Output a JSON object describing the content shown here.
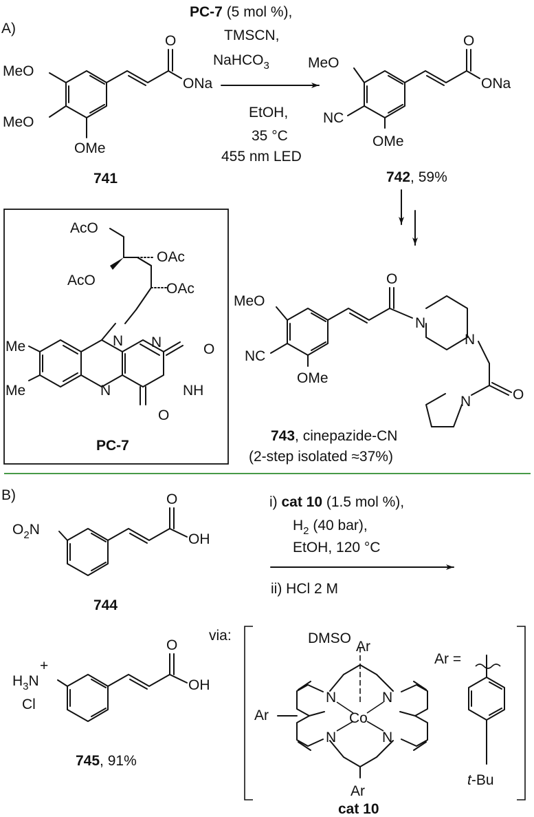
{
  "section_a": {
    "label": "A)",
    "conditions": {
      "catalyst": "PC-7",
      "catalyst_loading": " (5 mol %),",
      "reagent1": "TMSCN,",
      "reagent2": "NaHCO",
      "reagent2_sub": "3",
      "solvent": "EtOH,",
      "temperature": "35 °C",
      "light": "455 nm LED"
    },
    "compound_741": {
      "id": "741",
      "sub1": "MeO",
      "sub2": "MeO",
      "sub3": "OMe",
      "o_atom": "O",
      "salt": "ONa"
    },
    "compound_742": {
      "id": "742",
      "yield": ", 59%",
      "sub1": "MeO",
      "sub2": "NC",
      "sub3": "OMe",
      "o_atom": "O",
      "salt": "ONa"
    },
    "compound_743": {
      "id": "743",
      "name": ", cinepazide-CN",
      "note": "(2-step isolated ≈37%)",
      "sub1": "MeO",
      "sub2": "NC",
      "sub3": "OMe",
      "o_atom1": "O",
      "o_atom2": "O",
      "n1": "N",
      "n2": "N",
      "n3": "N"
    },
    "pc7": {
      "name": "PC-7",
      "oac_top": "AcO",
      "oac_left": "AcO",
      "oac_right1": "OAc",
      "oac_right2": "OAc",
      "me1": "Me",
      "me2": "Me",
      "n10": "N",
      "n1": "N",
      "n5": "N",
      "nh": "NH",
      "o2": "O",
      "o4": "O"
    }
  },
  "section_b": {
    "label": "B)",
    "conditions": {
      "step1_prefix": "i) ",
      "catalyst": "cat 10",
      "catalyst_loading": " (1.5 mol %),",
      "h2": "H",
      "h2_sub": "2",
      "h2_pressure": " (40 bar),",
      "solvent_temp": "EtOH, 120 °C",
      "step2": "ii) HCl 2 M"
    },
    "compound_744": {
      "id": "744",
      "nitro": "O",
      "nitro_sub": "2",
      "nitro_n": "N",
      "o_atom": "O",
      "oh": "OH"
    },
    "compound_745": {
      "id": "745",
      "yield": ", 91%",
      "h3": "H",
      "h3_sub": "3",
      "n": "N",
      "plus": "+",
      "cl": "Cl",
      "o_atom": "O",
      "oh": "OH"
    },
    "cat10": {
      "via": "via:",
      "name": "cat 10",
      "dmso": "DMSO",
      "metal": "Co",
      "ar_top": "Ar",
      "ar_left": "Ar",
      "ar_bottom": "Ar",
      "n1": "N",
      "n2": "N",
      "n3": "N",
      "n4": "N",
      "ar_def": "Ar =",
      "tbu_prefix": "t",
      "tbu_suffix": "-Bu"
    }
  },
  "colors": {
    "divider": "#2e8b2e",
    "ink": "#111111"
  }
}
